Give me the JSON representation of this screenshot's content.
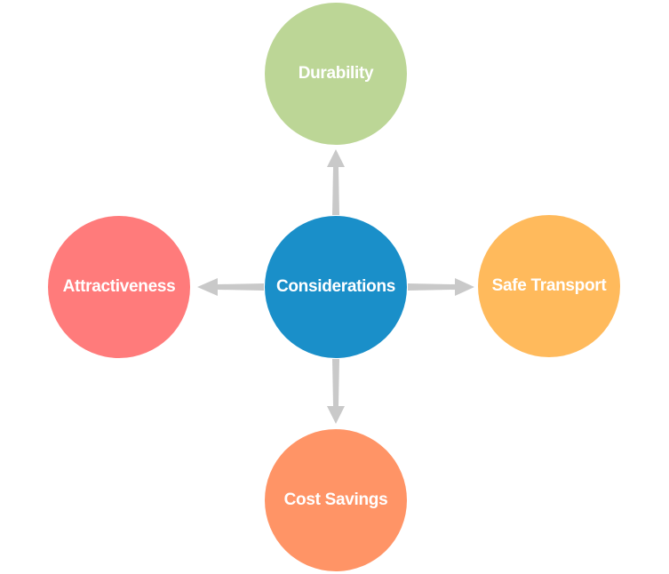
{
  "diagram": {
    "center": {
      "label": "Considerations",
      "color": "#1A8FC9"
    },
    "nodes": {
      "top": {
        "label": "Durability",
        "color": "#BCD696"
      },
      "left": {
        "label": "Attractiveness",
        "color": "#FF7B7B"
      },
      "right": {
        "label": "Safe Transport",
        "color": "#FFBA5C"
      },
      "bottom": {
        "label": "Cost Savings",
        "color": "#FF9466"
      }
    },
    "connector_color": "#C9C9C9"
  }
}
